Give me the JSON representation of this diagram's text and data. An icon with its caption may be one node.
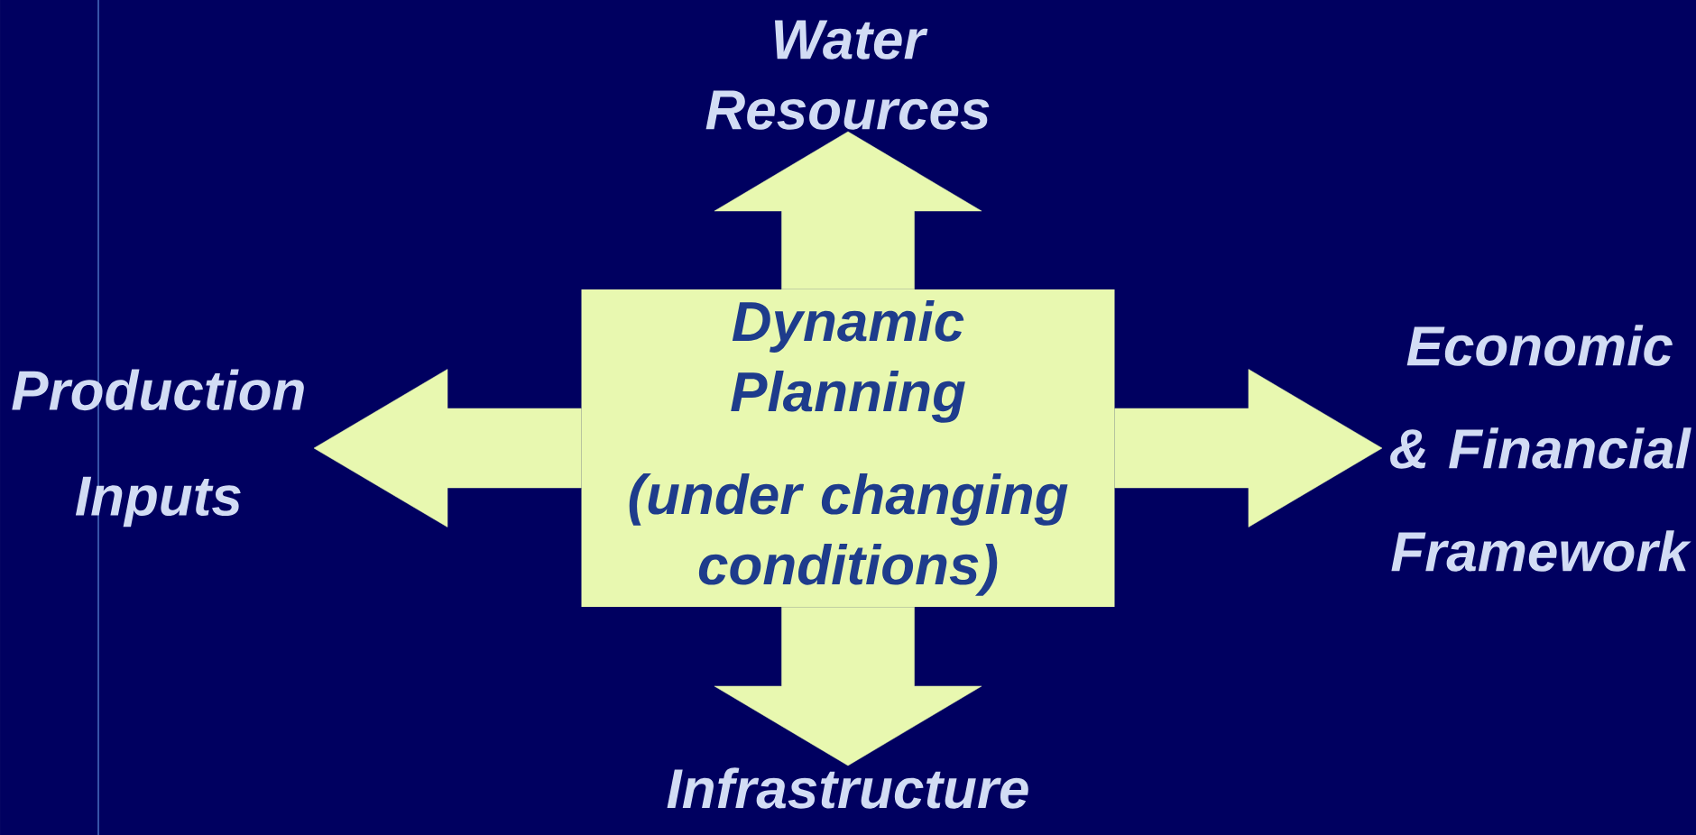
{
  "diagram": {
    "nodes": [
      {
        "text": [
          "Dynamic Planning",
          "(under changing conditions)"
        ]
      },
      {
        "text": [
          "Water Resources"
        ]
      },
      {
        "text": [
          "Production Inputs"
        ]
      },
      {
        "text": [
          "Economic & Financial Framework"
        ]
      },
      {
        "text": [
          "Infrastructure"
        ]
      }
    ],
    "edges": [
      {
        "from": 0,
        "to": 1,
        "arrow": "to"
      },
      {
        "from": 0,
        "to": 2,
        "arrow": "to"
      },
      {
        "from": 0,
        "to": 3,
        "arrow": "to"
      },
      {
        "from": 0,
        "to": 4,
        "arrow": "to"
      }
    ]
  }
}
